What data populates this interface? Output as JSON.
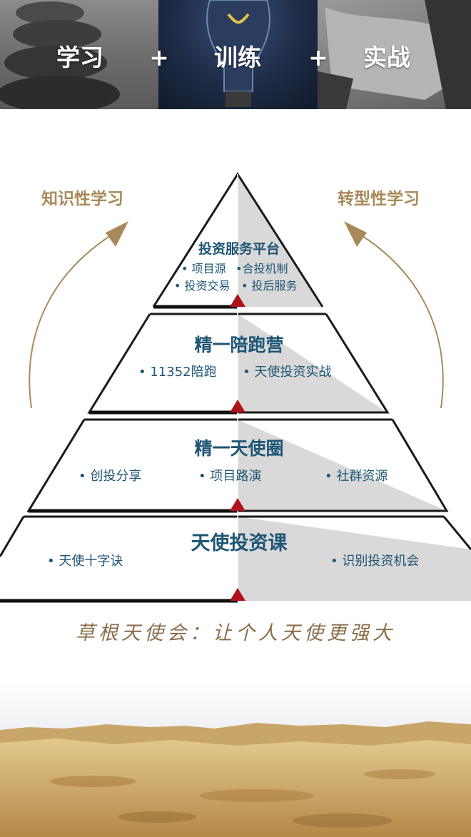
{
  "banner": {
    "words": [
      "学习",
      "训练",
      "实战"
    ],
    "plus": "+"
  },
  "labels": {
    "left": "知识性学习",
    "right": "转型性学习"
  },
  "pyramid": {
    "tiers": [
      {
        "title": "投资服务平台",
        "items": [
          "• 项目源",
          "•合投机制",
          "• 投资交易",
          "• 投后服务"
        ]
      },
      {
        "title": "精一陪跑营",
        "items": [
          "• 11352陪跑",
          "• 天使投资实战"
        ]
      },
      {
        "title": "精一天使圈",
        "items": [
          "• 创投分享",
          "• 项目路演",
          "• 社群资源"
        ]
      },
      {
        "title": "天使投资课",
        "items": [
          "• 天使十字诀",
          "• 识别投资机会"
        ]
      }
    ]
  },
  "slogan": "草根天使会：让个人天使更强大",
  "colors": {
    "title_blue": "#1e5675",
    "accent_gold": "#a88a5a",
    "marker_red": "#b0121c",
    "shade_grey": "#d9d9d9"
  }
}
